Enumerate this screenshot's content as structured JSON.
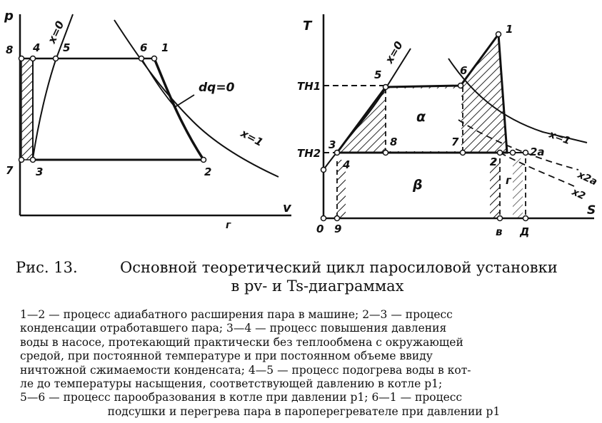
{
  "pv_diagram": {
    "axis_p": "p",
    "axis_v": "v",
    "bottom_mark": "г",
    "curve_x0": "x=0",
    "curve_x1": "x=1",
    "adiabat": "dq=0",
    "points": [
      "8",
      "4",
      "5",
      "6",
      "1",
      "7",
      "3",
      "2"
    ]
  },
  "ts_diagram": {
    "axis_T": "T",
    "axis_s": "S",
    "curve_x0": "x=0",
    "curve_x1": "x=1",
    "curve_x2a": "x2a",
    "curve_x2": "x2",
    "level_TH1": "TH1",
    "level_TH2": "TH2",
    "area_alpha": "α",
    "area_beta": "β",
    "points": [
      "1",
      "5",
      "6",
      "3",
      "4",
      "8",
      "7",
      "2",
      "2a",
      "г",
      "0",
      "9",
      "в",
      "Д"
    ]
  },
  "caption": {
    "label": "Рис. 13.",
    "title_line1": "Основной теоретический цикл паросиловой установки",
    "title_line2": "в pv- и Ts-диаграммах"
  },
  "note": {
    "line1": "1—2 — процесс адиабатного расширения пара в машине; 2—3 — процесс",
    "line2": "конденсации отработавшего пара; 3—4 — процесс повышения давления",
    "line3": "воды в насосе, протекающий практически без теплообмена с окружающей",
    "line4": "средой, при постоянной температуре и при постоянном объеме ввиду",
    "line5": "ничтожной сжимаемости конденсата; 4—5 — процесс подогрева воды в кот-",
    "line6": "ле до температуры насыщения, соответствующей давлению в котле p1;",
    "line7": "5—6 — процесс парообразования в котле при давлении p1; 6—1 — процесс",
    "line8": "подсушки и перегрева пара в пароперегревателе при давлении p1"
  }
}
